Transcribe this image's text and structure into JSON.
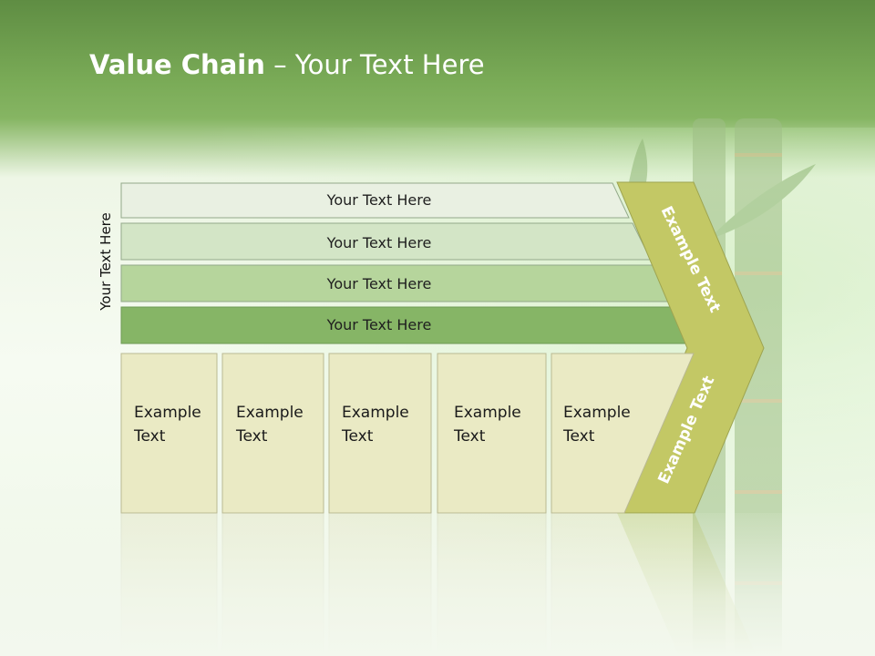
{
  "slide": {
    "title_bold": "Value Chain",
    "title_rest": " – Your Text Here",
    "side_label": "Your Text Here"
  },
  "bars": [
    {
      "label": "Your Text Here",
      "color": "#e9f0e2"
    },
    {
      "label": "Your Text Here",
      "color": "#d3e5c6"
    },
    {
      "label": "Your Text Here",
      "color": "#b6d59c"
    },
    {
      "label": "Your Text Here",
      "color": "#86b566"
    }
  ],
  "boxes": [
    {
      "line1": "Example",
      "line2": "Text"
    },
    {
      "line1": "Example",
      "line2": "Text"
    },
    {
      "line1": "Example",
      "line2": "Text"
    },
    {
      "line1": "Example",
      "line2": "Text"
    },
    {
      "line1": "Example",
      "line2": "Text"
    }
  ],
  "chevron": {
    "upper_label": "Example Text",
    "lower_label": "Example Text",
    "color": "#c3c865"
  },
  "box_color": "#eaeac4"
}
